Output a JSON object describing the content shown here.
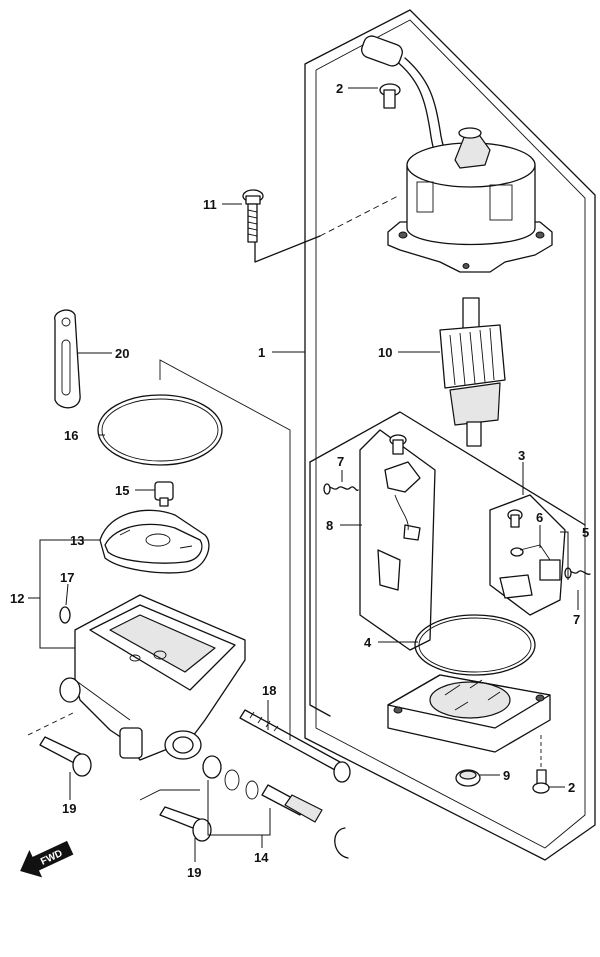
{
  "labels": {
    "p1": "1",
    "p2a": "2",
    "p2b": "2",
    "p3": "3",
    "p4": "4",
    "p5": "5",
    "p6": "6",
    "p7a": "7",
    "p7b": "7",
    "p8": "8",
    "p9": "9",
    "p10": "10",
    "p11": "11",
    "p12": "12",
    "p13": "13",
    "p14": "14",
    "p15": "15",
    "p16": "16",
    "p17": "17",
    "p18": "18",
    "p19a": "19",
    "p19b": "19",
    "p20": "20"
  },
  "direction": {
    "text": "FWD",
    "icon": "forward-arrow-icon"
  }
}
